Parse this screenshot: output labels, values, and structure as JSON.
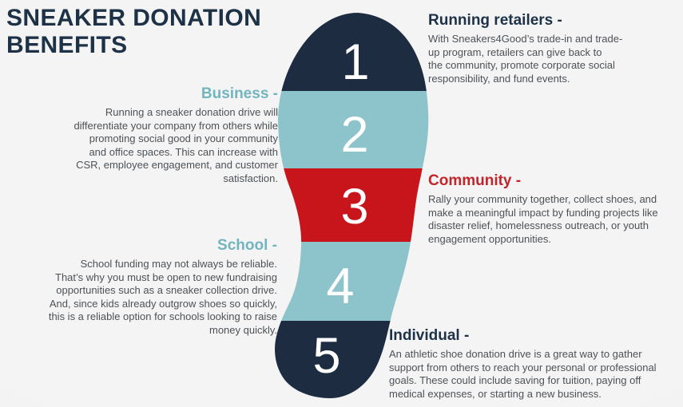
{
  "title": "SNEAKER DONATION\nBENEFITS",
  "colors": {
    "background": "#f1f1f1",
    "navy_band": "#1d2c41",
    "light_blue_band": "#8dc4cc",
    "red_band": "#c8151c",
    "navy_heading": "#1e3247",
    "teal_heading": "#72b5bf",
    "red_heading": "#c0262b",
    "body_text": "#4d5257",
    "number_white": "#ffffff"
  },
  "sole": {
    "numbers": [
      "1",
      "2",
      "3",
      "4",
      "5"
    ]
  },
  "sections": [
    {
      "id": "running-retailers",
      "heading": "Running retailers -",
      "heading_color": "#1e3247",
      "body": "With Sneakers4Good’s trade-in and trade-\nup program, retailers can give back to\nthe community, promote corporate social\nresponsibility, and fund events."
    },
    {
      "id": "business",
      "heading": "Business -",
      "heading_color": "#72b5bf",
      "body": "Running a sneaker donation drive will\ndifferentiate your company from others while\npromoting social good in your community\nand office spaces. This can increase with\nCSR, employee engagement, and customer\nsatisfaction."
    },
    {
      "id": "community",
      "heading": "Community -",
      "heading_color": "#c0262b",
      "body": "Rally your community together, collect shoes, and\nmake a meaningful impact by funding projects like\ndisaster relief, homelessness outreach, or youth\nengagement opportunities."
    },
    {
      "id": "school",
      "heading": "School -",
      "heading_color": "#72b5bf",
      "body": "School funding may not always be reliable.\nThat’s why you must be open to new fundraising\nopportunities such as a sneaker collection drive.\nAnd, since kids already outgrow shoes so quickly,\nthis is a reliable option for schools looking to raise\nmoney quickly."
    },
    {
      "id": "individual",
      "heading": "Individual -",
      "heading_color": "#1e3247",
      "body": "An athletic shoe donation drive is a great way to gather\nsupport from others to reach your personal or professional\ngoals. These could include saving for tuition, paying off\nmedical expenses, or starting a new business."
    }
  ]
}
